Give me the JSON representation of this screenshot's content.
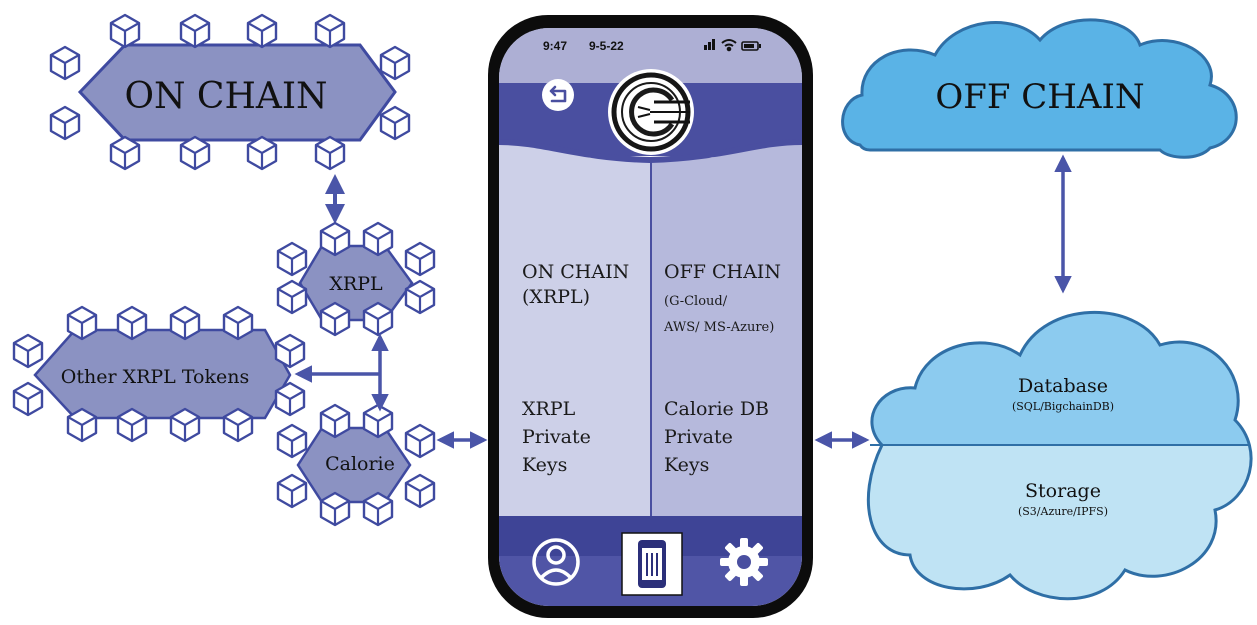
{
  "on_chain_title": "ON CHAIN",
  "off_chain_title": "OFF CHAIN",
  "xrpl_node": "XRPL",
  "other_tokens_node": "Other XRPL Tokens",
  "calorie_node": "Calorie",
  "phone": {
    "status_time": "9:47",
    "status_date": "9-5-22",
    "left_panel": {
      "title_line1": "ON CHAIN",
      "title_line2": "(XRPL)",
      "keys_line1": "XRPL",
      "keys_line2": "Private",
      "keys_line3": "Keys"
    },
    "right_panel": {
      "title_line1": "OFF CHAIN",
      "title_line2": "(G-Cloud/",
      "title_line3": "AWS/ MS-Azure)",
      "keys_line1": "Calorie DB",
      "keys_line2": "Private",
      "keys_line3": "Keys"
    }
  },
  "database": {
    "label": "Database",
    "sublabel": "(SQL/BigchainDB)"
  },
  "storage": {
    "label": "Storage",
    "sublabel": "(S3/Azure/IPFS)"
  },
  "colors": {
    "chain_fill": "#8b92c2",
    "cube_stroke": "#3f4aa0",
    "arrow": "#4a55a8",
    "phone_frame": "#0c0c0c",
    "phone_header": "#4a4fa0",
    "phone_left_panel": "#cdd0e8",
    "phone_right_panel": "#b6b9dc",
    "off_chain_cloud": "#5ab3e6",
    "db_cloud": "#8ccbef",
    "storage_cloud": "#bfe3f4"
  }
}
